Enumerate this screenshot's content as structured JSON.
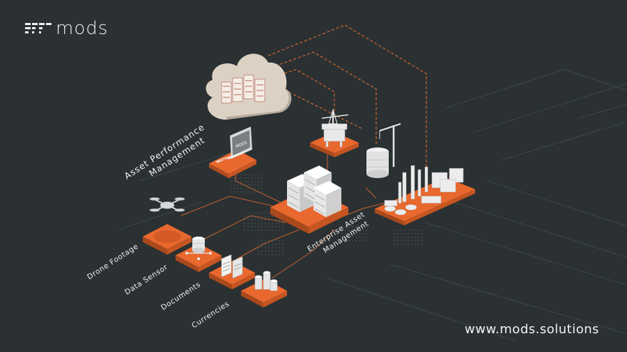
{
  "brand": {
    "name": "mods",
    "url": "www.mods.solutions",
    "screen_text": "MODS"
  },
  "colors": {
    "background": "#2b3133",
    "accent": "#e8682e",
    "line": "#4a5254",
    "text": "#f0f0f0"
  },
  "labels": {
    "apm_line1": "Asset Performance",
    "apm_line2": "Management",
    "eam_line1": "Enterprise Asset",
    "eam_line2": "Management",
    "drone": "Drone Footage",
    "sensor": "Data Sensor",
    "documents": "Documents",
    "currencies": "Currencies"
  },
  "icons": {
    "logo": "mods-logo-icon",
    "cloud": "cloud-server-icon",
    "laptop": "laptop-icon",
    "drone": "drone-icon",
    "server": "server-stack-icon",
    "oil_rig": "oil-rig-icon",
    "crane": "crane-tank-icon",
    "refinery": "refinery-icon",
    "database": "database-icon",
    "documents": "document-icon",
    "coins": "coins-icon"
  }
}
